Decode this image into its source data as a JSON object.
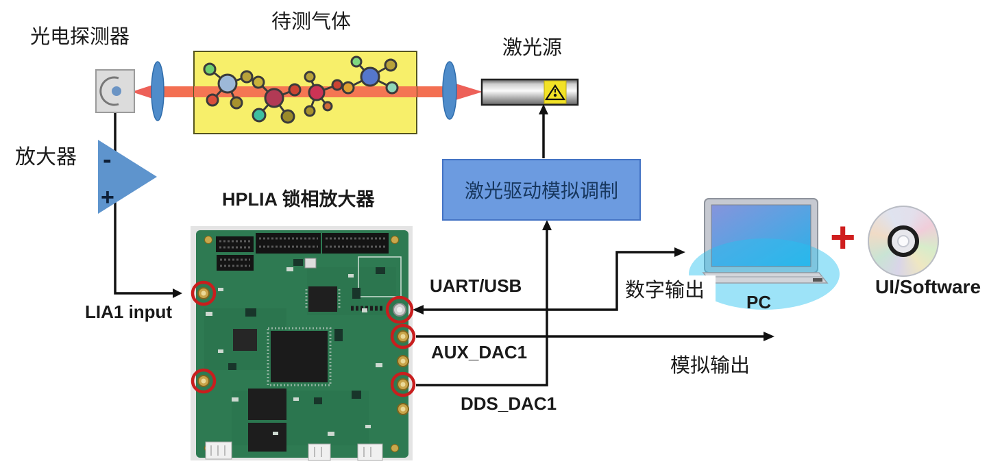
{
  "diagram": {
    "labels": {
      "photodetector": "光电探测器",
      "gas_cell": "待测气体",
      "laser_source": "激光源",
      "amplifier": "放大器",
      "board_title": "HPLIA 锁相放大器",
      "modulation_box": "激光驱动模拟调制",
      "lia1_input": "LIA1 input",
      "uart_usb": "UART/USB",
      "aux_dac1": "AUX_DAC1",
      "dds_dac1": "DDS_DAC1",
      "digital_output": "数字输出",
      "analog_output": "模拟输出",
      "pc": "PC",
      "plus": "+",
      "ui_software": "UI/Software"
    },
    "amplifier_ports": {
      "inverting": "-",
      "noninverting": "+"
    },
    "colors": {
      "beam": "#f36f52",
      "beam_cone": "#ed6058",
      "lens": "#4f8cca",
      "gas_box_fill": "#f7ef6a",
      "gas_box_border": "#55551f",
      "detector_fill": "#dcdcdc",
      "amplifier_fill": "#5e94cd",
      "modulation_box_fill": "#6c9be0",
      "modulation_box_border": "#4473c4",
      "modulation_text": "#17375e",
      "wire": "#111111",
      "plus_red": "#cf1e1e",
      "pcb_green": "#2e7a52",
      "annotation_circle": "#c81e1e",
      "laser_warning_yellow": "#f2e227",
      "pc_screen_blue": "#2ab1e8"
    }
  }
}
